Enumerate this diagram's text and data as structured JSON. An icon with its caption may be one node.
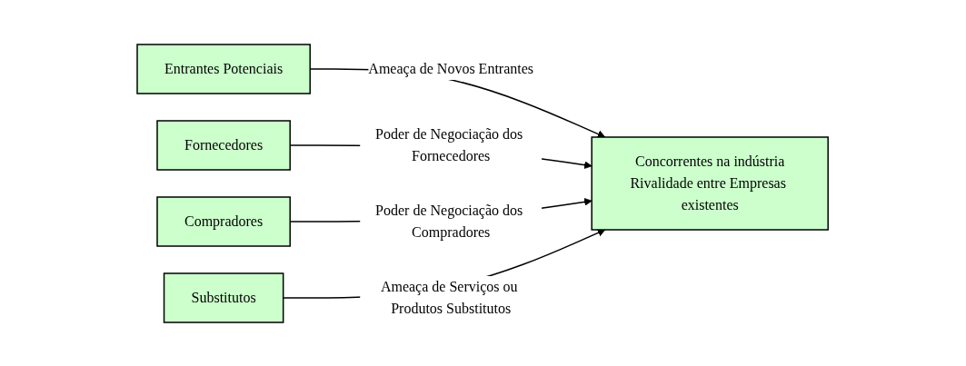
{
  "diagram": {
    "nodes": [
      {
        "text": [
          "Entrantes Potenciais"
        ]
      },
      {
        "text": [
          "Fornecedores"
        ]
      },
      {
        "text": [
          "Concorrentes na indústria",
          "Rivalidade entre Empresas existentes"
        ]
      },
      {
        "text": [
          "Compradores"
        ]
      },
      {
        "text": [
          "Substitutos"
        ]
      }
    ],
    "edges": [
      {
        "from": 0,
        "to": 2,
        "arrow": "to",
        "label": "Ameaça de Novos Entrantes"
      },
      {
        "from": 1,
        "to": 2,
        "arrow": "to",
        "label": "Poder de Negociação dos Fornecedores"
      },
      {
        "from": 3,
        "to": 2,
        "arrow": "to",
        "label": "Poder de Negociação dos Compradores"
      },
      {
        "from": 4,
        "to": 2,
        "arrow": "to",
        "label": "Ameaça de Serviços ou Produtos Substitutos"
      }
    ]
  }
}
